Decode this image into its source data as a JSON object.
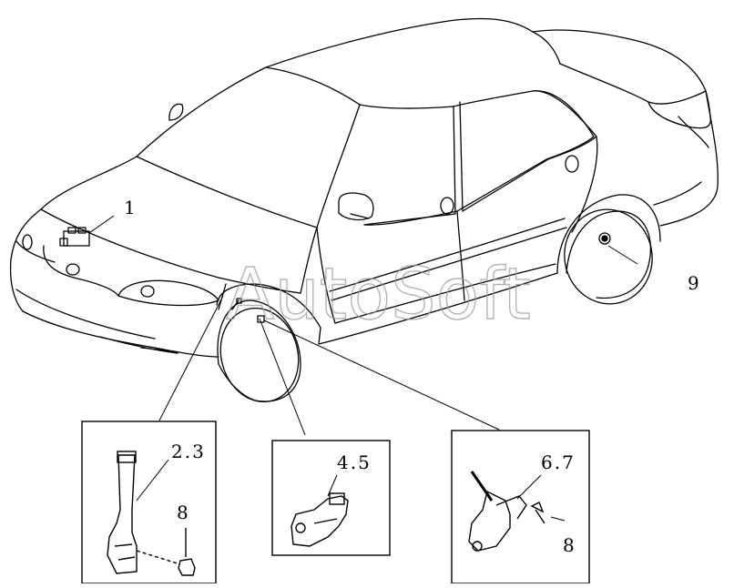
{
  "diagram": {
    "callouts": {
      "c1": "1",
      "c23": "2.3",
      "c45": "4.5",
      "c67": "6.7",
      "c8a": "8",
      "c8b": "8",
      "c9": "9"
    },
    "watermark": "AutoSoft",
    "colors": {
      "line": "#000000",
      "background": "#ffffff",
      "watermark": "#9c9c9c"
    }
  }
}
